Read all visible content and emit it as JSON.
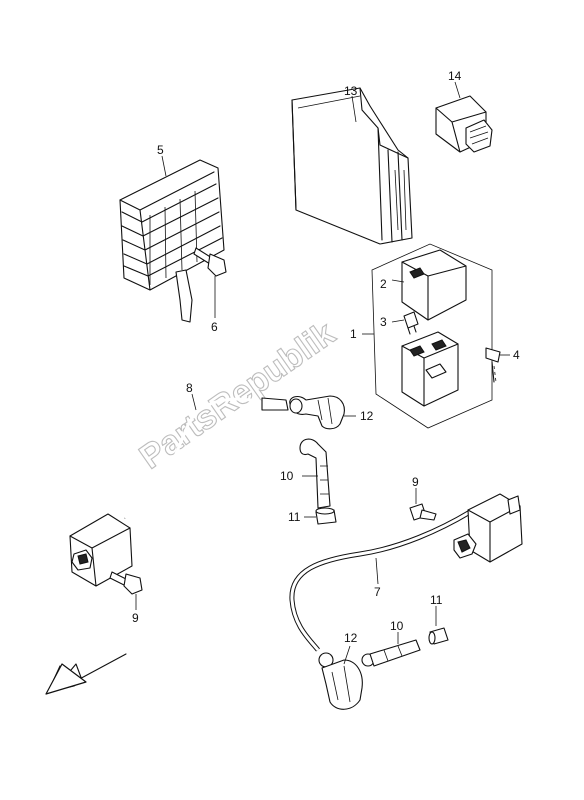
{
  "watermark": "PartsRepublik",
  "labels": {
    "p1": "1",
    "p2": "2",
    "p3": "3",
    "p4": "4",
    "p5": "5",
    "p6": "6",
    "p7": "7",
    "p8": "8",
    "p9a": "9",
    "p9b": "9",
    "p10a": "10",
    "p10b": "10",
    "p11a": "11",
    "p11b": "11",
    "p12a": "12",
    "p12b": "12",
    "p13": "13",
    "p14": "14"
  },
  "icons": {
    "direction_arrow": "arrow-down-left-icon"
  }
}
